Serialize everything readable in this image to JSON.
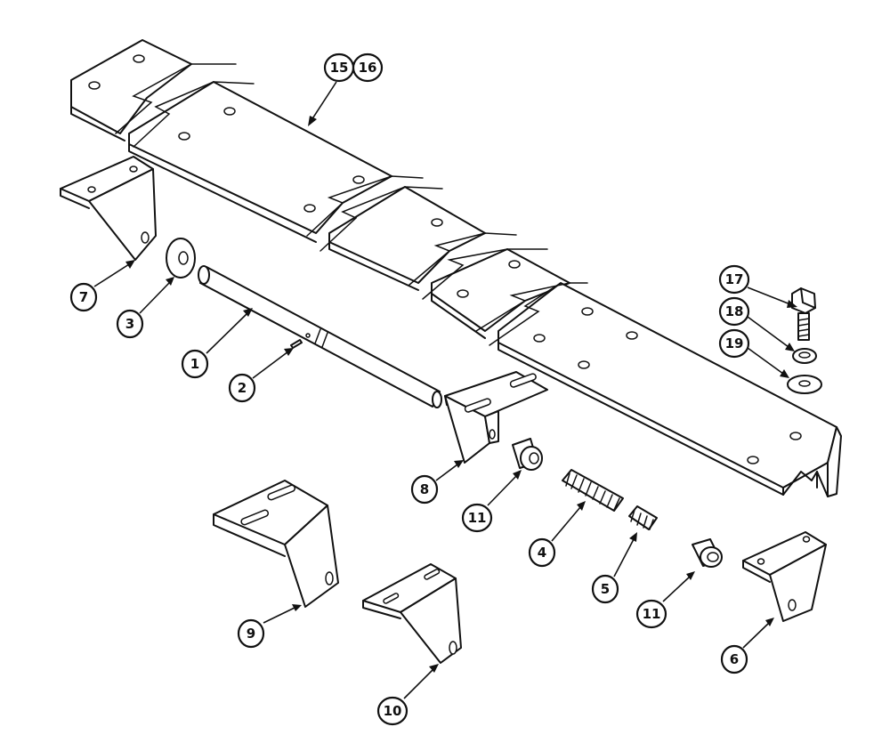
{
  "callouts": [
    {
      "id": "c1",
      "label": "1"
    },
    {
      "id": "c2",
      "label": "2"
    },
    {
      "id": "c3",
      "label": "3"
    },
    {
      "id": "c4",
      "label": "4"
    },
    {
      "id": "c5",
      "label": "5"
    },
    {
      "id": "c6",
      "label": "6"
    },
    {
      "id": "c7",
      "label": "7"
    },
    {
      "id": "c8",
      "label": "8"
    },
    {
      "id": "c9",
      "label": "9"
    },
    {
      "id": "c10",
      "label": "10"
    },
    {
      "id": "c11a",
      "label": "11"
    },
    {
      "id": "c11b",
      "label": "11"
    },
    {
      "id": "c15",
      "label": "15"
    },
    {
      "id": "c16",
      "label": "16"
    },
    {
      "id": "c17",
      "label": "17"
    },
    {
      "id": "c18",
      "label": "18"
    },
    {
      "id": "c19",
      "label": "19"
    }
  ]
}
